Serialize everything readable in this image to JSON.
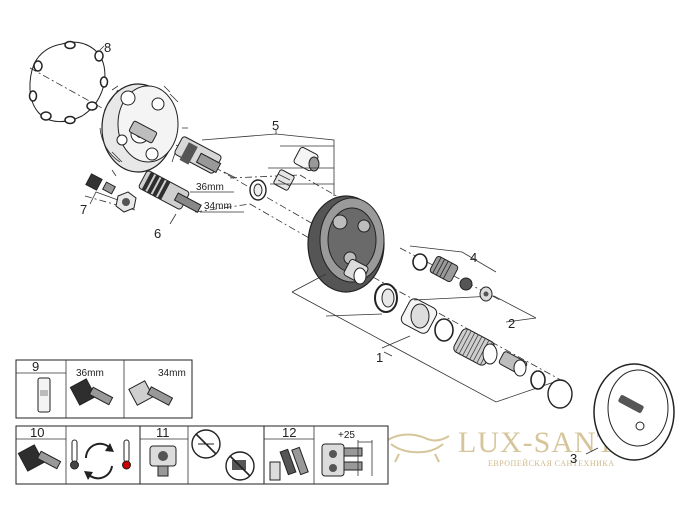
{
  "callouts": {
    "c1": "1",
    "c2": "2",
    "c3": "3",
    "c4": "4",
    "c5": "5",
    "c6": "6",
    "c7": "7",
    "c8": "8"
  },
  "dimensions": {
    "d36_main": "36mm",
    "d34_main": "34mm"
  },
  "box9": {
    "number": "9",
    "label_36": "36mm",
    "label_34": "34mm"
  },
  "box10": {
    "number": "10"
  },
  "box11": {
    "number": "11"
  },
  "box12": {
    "number": "12",
    "plus": "+25"
  },
  "watermark": {
    "brand": "LUX-SANTEH",
    "tagline": "ЕВРОПЕЙСКАЯ САНТЕХНИКА",
    "accent_color": "#d6c59a"
  }
}
